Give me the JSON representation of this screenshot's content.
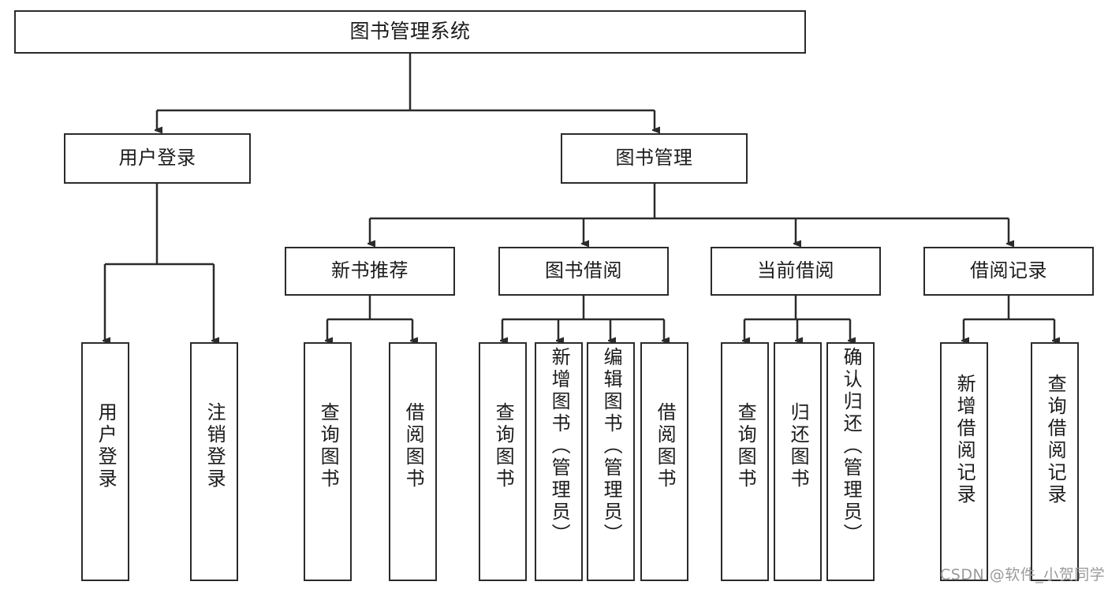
{
  "diagram": {
    "type": "tree-hierarchy",
    "title": "图书管理系统",
    "orientation": "top-down",
    "colors": {
      "border": "#2b2b2b",
      "background": "#ffffff",
      "text": "#1b1b1b",
      "edge": "#2b2b2b",
      "watermark": "#9a9a9a"
    }
  },
  "nodes": {
    "root": {
      "label": "图书管理系统"
    },
    "level2": [
      {
        "id": "user-login",
        "label": "用户登录"
      },
      {
        "id": "book-management",
        "label": "图书管理"
      }
    ],
    "level3": [
      {
        "id": "new-book-recommend",
        "label": "新书推荐"
      },
      {
        "id": "book-borrow",
        "label": "图书借阅"
      },
      {
        "id": "current-borrow",
        "label": "当前借阅"
      },
      {
        "id": "borrow-record",
        "label": "借阅记录"
      }
    ],
    "leaves": {
      "user-login": [
        {
          "id": "leaf-user-login",
          "label": "用户登录"
        },
        {
          "id": "leaf-logout-login",
          "label": "注销登录"
        }
      ],
      "new-book-recommend": [
        {
          "id": "leaf-query-book-1",
          "label": "查询图书"
        },
        {
          "id": "leaf-borrow-book-1",
          "label": "借阅图书"
        }
      ],
      "book-borrow": [
        {
          "id": "leaf-query-book-2",
          "label": "查询图书"
        },
        {
          "id": "leaf-add-book",
          "label": "新增图书（管理员）"
        },
        {
          "id": "leaf-edit-book",
          "label": "编辑图书（管理员）"
        },
        {
          "id": "leaf-borrow-book-2",
          "label": "借阅图书"
        }
      ],
      "current-borrow": [
        {
          "id": "leaf-query-book-3",
          "label": "查询图书"
        },
        {
          "id": "leaf-return-book",
          "label": "归还图书"
        },
        {
          "id": "leaf-confirm-return",
          "label": "确认归还（管理员）"
        }
      ],
      "borrow-record": [
        {
          "id": "leaf-add-record",
          "label": "新增借阅记录"
        },
        {
          "id": "leaf-query-record",
          "label": "查询借阅记录"
        }
      ]
    }
  },
  "watermark": {
    "text": "CSDN @软件_小贺同学"
  }
}
